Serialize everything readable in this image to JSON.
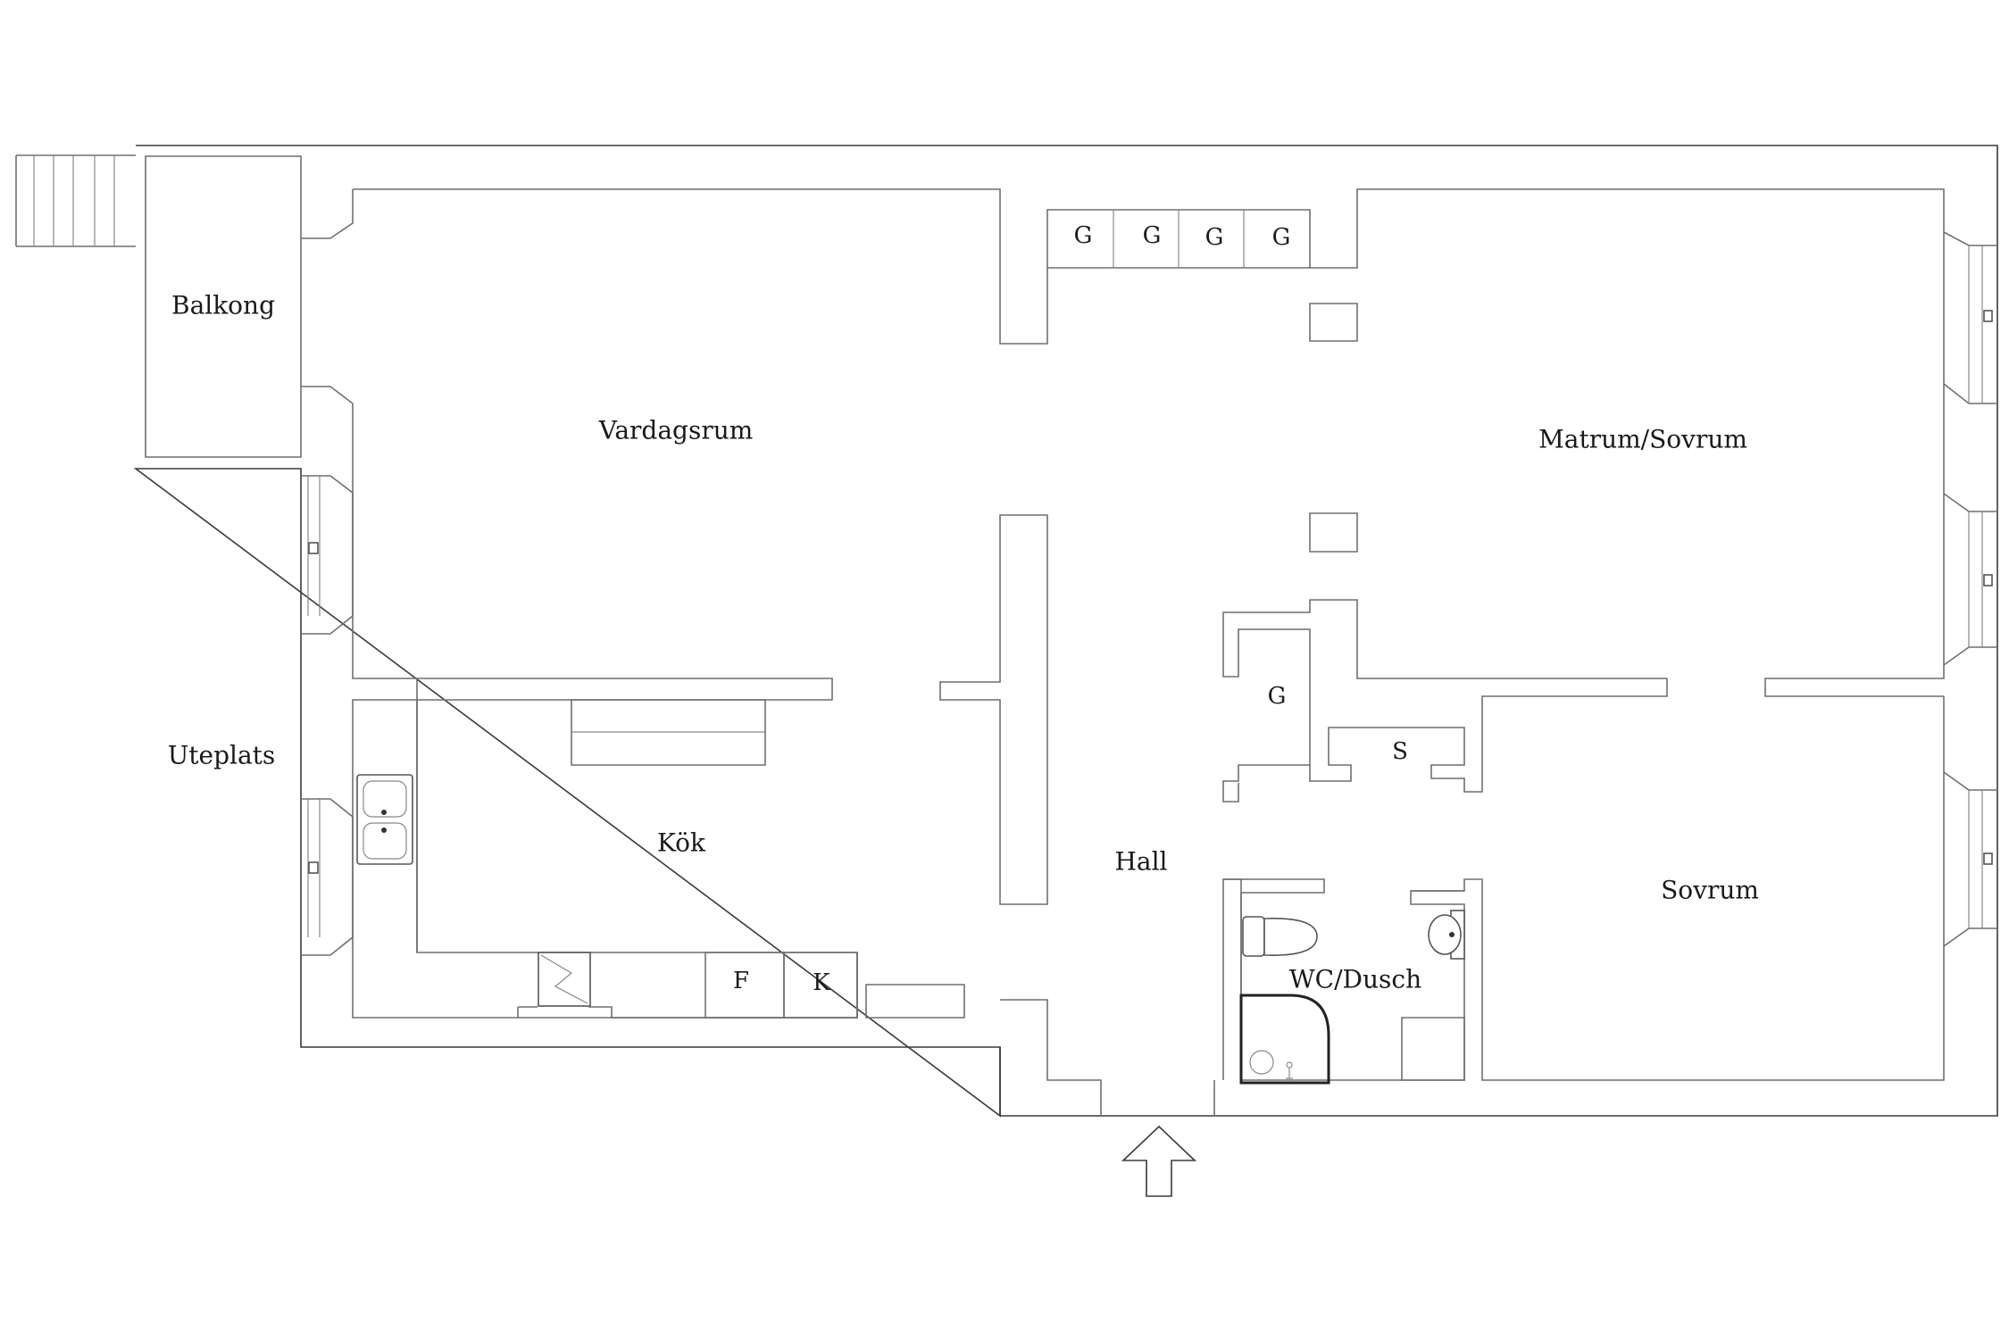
{
  "rooms": {
    "balkong": "Balkong",
    "vardagsrum": "Vardagsrum",
    "matrum_sovrum": "Matrum/Sovrum",
    "uteplats": "Uteplats",
    "kok": "Kök",
    "hall": "Hall",
    "sovrum": "Sovrum",
    "wc_dusch": "WC/Dusch"
  },
  "fixtures": {
    "wardrobe_1": "G",
    "wardrobe_2": "G",
    "wardrobe_3": "G",
    "wardrobe_4": "G",
    "wardrobe_hall": "G",
    "storage": "S",
    "fridge": "F",
    "freezer": "K"
  },
  "icons": [
    "stairs-icon",
    "window-icon",
    "sink-icon",
    "stove-icon",
    "toilet-icon",
    "washbasin-icon",
    "shower-icon",
    "entrance-arrow-icon"
  ]
}
